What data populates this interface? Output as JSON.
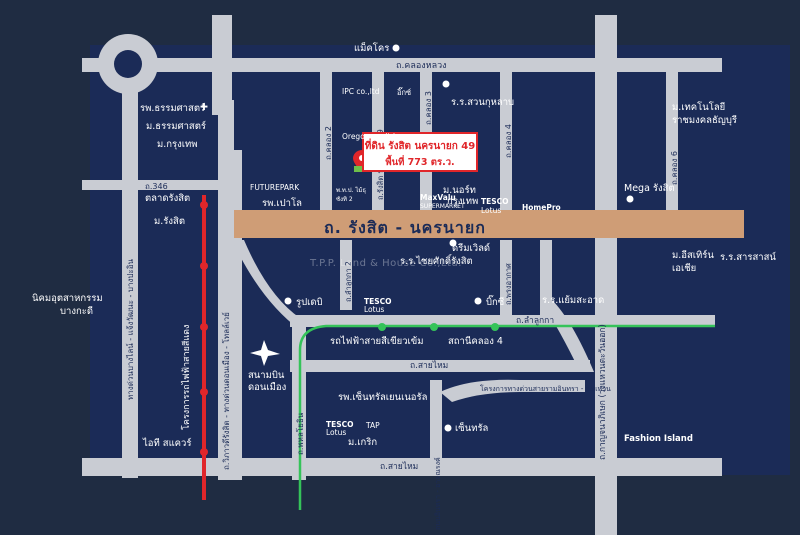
{
  "map": {
    "roads": {
      "khlong_luang": "ถ.คลองหลวง",
      "rangsit_nakhonnayok": "ถ. รังสิต - นครนายก",
      "r346": "ถ.346",
      "lam_luk_ka": "ถ.ลำลูกกา",
      "sai_mai_1": "ถ.สายไหม",
      "sai_mai_2": "ถ.สายไหม",
      "phahonyothin": "ถ.พหลโยธิน",
      "khlong2": "ถ.คลอง 2",
      "khlong3": "ถ.คลอง 3",
      "khlong4": "ถ.คลอง 4",
      "khlong6": "ถ.คลอง 6",
      "rangsit_nakhonnayok_49": "ถ.รังสิต นครนายก 49",
      "vibhavadi": "ถ.วิภาวดีรังสิต - ทางด่วนดอนเมือง - โทลล์เวย์",
      "kanchanaphisek": "ถ.กาญจนาภิเษก (วงแหวนตะวันออก)",
      "lam_luk_ka_2": "ถ.ลำลูกกา 2",
      "phrong_akat": "ถ.พรงอากาศ",
      "chatuchak_expressway": "ทางด่วนบางไลน์ - แจ้งวัฒนะ - บางปะอิน",
      "expressway_project": "โครงการทางด่วนสายรามอินทรา - วงแหวน",
      "saphan_mai_road": "ถ.สายไหม",
      "bang_na": "ถนนอินทรา - อาจณรงค์"
    },
    "train": {
      "red_line": "โครงการรถไฟฟ้าสายสีแดง",
      "green_line": "รถไฟฟ้าสายสีเขียวเข้ม",
      "khlong4_station": "สถานีคลอง 4"
    },
    "places": {
      "makro": "แม็คโคร",
      "talad_rangsit": "ตลาดรังสิต",
      "thammasat_hospital": "รพ.ธรรมศาสตร์",
      "thammasat_uni": "ม.ธรรมศาสตร์",
      "bangkok_uni": "ม.กรุงเทพ",
      "rangsit_uni": "ม.รังสิต",
      "nikhom": "นิคมอุตสาหกรรม",
      "nikhom2": "บางกะดี",
      "future_park": "FUTUREPARK",
      "paolo": "รพ.เปาโล",
      "ipc": "IPC co.,ltd",
      "oregon": "Oregon co.,ltd",
      "ikkhi": "อิ๊กซ์",
      "school_suan": "ร.ร.สวนกุหลาบ",
      "north_bkk": "ม.นอร์ท",
      "north_bkk2": "กรุงเทพ",
      "technology": "ม.เทคโนโลยี",
      "technology2": "ราชมงคลธัญบุรี",
      "mega_rangsit": "Mega รังสิต",
      "dreamworld": "ดรีมเวิลด์",
      "school_chaiya": "ร.ร.ไชยศักดิ์รังสิต",
      "rupadee": "รูปเดบิ",
      "big_c": "บิ๊กซี",
      "school_yaem": "ร.ร.แย้มสะอาด",
      "asian_uni": "ม.อีสเทิร์น",
      "asian_uni2": "เอเชีย",
      "sarasas": "ร.ร.สารสาสน์",
      "don_mueang": "สนามบิน",
      "don_mueang2": "ดอนเมือง",
      "central_hospital": "รพ.เซ็นทรัลเยนเนอรัล",
      "bangkok_uni2": "ม.เกริก",
      "central": "เซ็นทรัล",
      "it_square": "ไอที สแควร์",
      "fashion_island": "Fashion Island",
      "tesco": "TESCO",
      "lotus": "Lotus",
      "homepro": "HomePro",
      "maxvalu": "MaxValu",
      "supermarket": "SUPERMARKET",
      "tap": "TAP",
      "sitara_top": "พ.ท.ป. ไม้ธุ",
      "sitara_bottom": "ซังทิ 2"
    },
    "callout": {
      "line1": "ที่ดิน รังสิต นครนายก 49",
      "line2": "พื้นที่ 773 ตร.ว."
    },
    "watermark": "T.P.P. Land & House Co.,Ltd."
  },
  "colors": {
    "block": "#1b2b57",
    "road": "#c9ccd3",
    "main_road": "#cf9d76",
    "red_line": "#e0262a",
    "green_line": "#35c35a"
  }
}
